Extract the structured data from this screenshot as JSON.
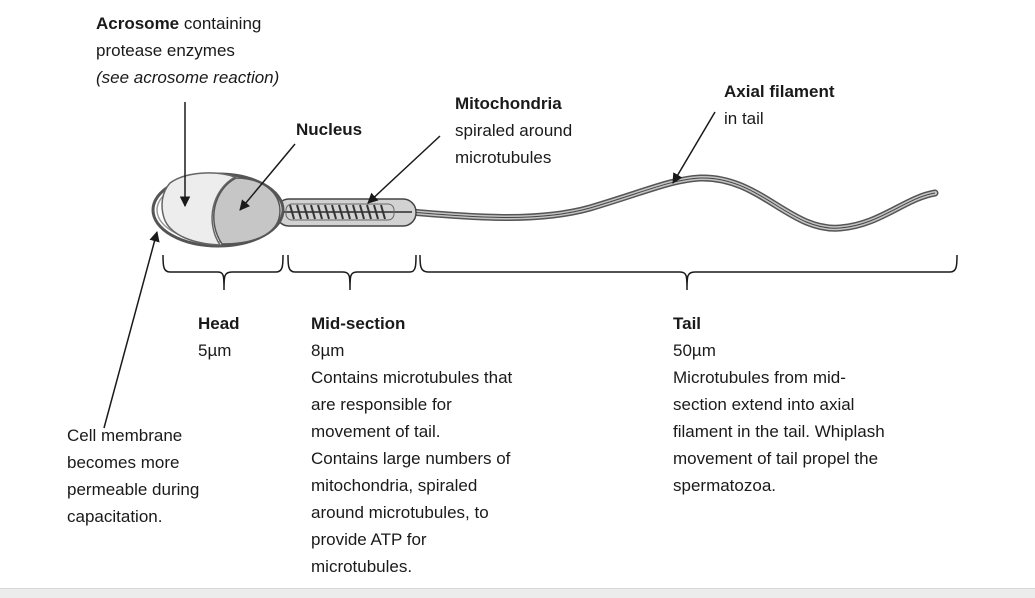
{
  "acrosome": {
    "title": "Acrosome",
    "title_suffix": " containing",
    "line2": "protease enzymes",
    "line3": "(see acrosome reaction)"
  },
  "nucleus": {
    "title": "Nucleus"
  },
  "mitochondria": {
    "title": "Mitochondria",
    "line2": "spiraled around",
    "line3": "microtubules"
  },
  "axial_filament": {
    "title": "Axial filament",
    "line2": "in tail"
  },
  "head": {
    "title": "Head",
    "size": "5µm"
  },
  "midsection": {
    "title": "Mid-section",
    "size": "8µm",
    "desc": [
      "Contains microtubules that",
      "are responsible for",
      "movement of tail.",
      "Contains large numbers of",
      "mitochondria, spiraled",
      "around microtubules, to",
      "provide ATP for",
      "microtubules."
    ]
  },
  "tail": {
    "title": "Tail",
    "size": "50µm",
    "desc": [
      "Microtubules from mid-",
      "section extend into axial",
      "filament in the tail. Whiplash",
      "movement of tail propel the",
      "spermatozoa."
    ]
  },
  "membrane": {
    "lines": [
      "Cell membrane",
      "becomes more",
      "permeable during",
      "capacitation."
    ]
  }
}
